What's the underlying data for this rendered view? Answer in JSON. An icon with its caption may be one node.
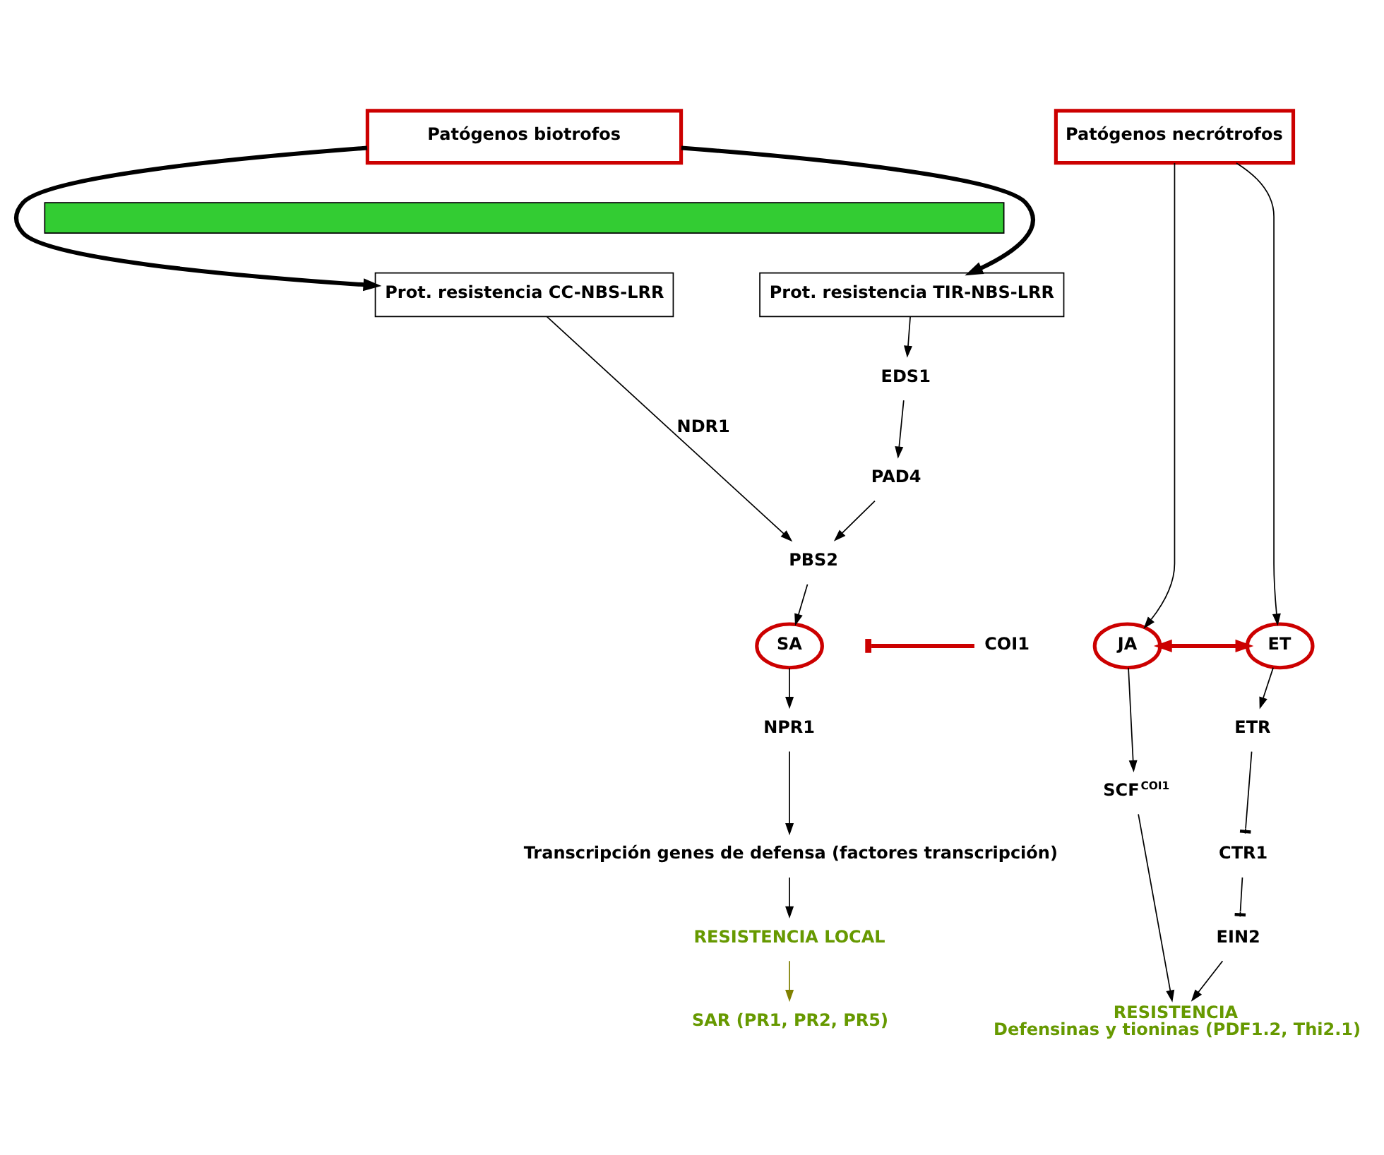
{
  "diagram": {
    "nodes": [
      {
        "text": [
          "Patógenos biotrofos"
        ]
      },
      {
        "text": [
          "Patógenos necrótrofos"
        ]
      },
      {
        "text": [],
        "shape": "bar"
      },
      {
        "text": [
          "Prot. resistencia CC-NBS-LRR"
        ]
      },
      {
        "text": [
          "Prot. resistencia TIR-NBS-LRR"
        ]
      },
      {
        "text": [
          "EDS1"
        ]
      },
      {
        "text": [
          "PAD4"
        ]
      },
      {
        "text": [
          "PBS2"
        ]
      },
      {
        "text": [
          "JA"
        ]
      },
      {
        "text": [
          "ET"
        ]
      },
      {
        "text": [
          "COI1"
        ]
      },
      {
        "text": [
          "ETR"
        ]
      },
      {
        "text": [
          "SA"
        ]
      },
      {
        "text": [
          "SCF$^{COI1}$"
        ]
      },
      {
        "text": [
          "CTR1"
        ]
      },
      {
        "text": [
          "NPR1"
        ]
      },
      {
        "text": [
          "EIN2"
        ]
      },
      {
        "text": [
          "Transcripción genes de defensa (factores transcripción)"
        ]
      },
      {
        "text": [
          "RESISTENCIA",
          "Defensinas y tioninas (PDF1.2, Thi2.1)"
        ]
      },
      {
        "text": [
          "RESISTENCIA LOCAL"
        ]
      },
      {
        "text": [
          "SAR (PR1, PR2, PR5)"
        ]
      }
    ],
    "edges": [
      {
        "from": 0,
        "to": 3,
        "arrow": "to",
        "style": "thick"
      },
      {
        "from": 0,
        "to": 4,
        "arrow": "to",
        "style": "thick"
      },
      {
        "from": 1,
        "to": 8,
        "arrow": "to"
      },
      {
        "from": 1,
        "to": 9,
        "arrow": "to"
      },
      {
        "from": 3,
        "to": 7,
        "arrow": "to",
        "label": "NDR1"
      },
      {
        "from": 4,
        "to": 5,
        "arrow": "to"
      },
      {
        "from": 5,
        "to": 6,
        "arrow": "to"
      },
      {
        "from": 6,
        "to": 7,
        "arrow": "to"
      },
      {
        "from": 7,
        "to": 12,
        "arrow": "to"
      },
      {
        "from": 10,
        "to": null,
        "arrow": "other",
        "style": "thick",
        "color": "#cc0000"
      },
      {
        "from": 8,
        "to": 9,
        "arrow": "both",
        "style": "thick",
        "color": "#cc0000"
      },
      {
        "from": 8,
        "to": 13,
        "arrow": "to"
      },
      {
        "from": 13,
        "to": 18,
        "arrow": "to"
      },
      {
        "from": 9,
        "to": 11,
        "arrow": "to"
      },
      {
        "from": 11,
        "to": 14,
        "arrow": "other"
      },
      {
        "from": 14,
        "to": 16,
        "arrow": "other"
      },
      {
        "from": 16,
        "to": 18,
        "arrow": "to"
      },
      {
        "from": 12,
        "to": 15,
        "arrow": "to"
      },
      {
        "from": 15,
        "to": 17,
        "arrow": "to"
      },
      {
        "from": 17,
        "to": 19,
        "arrow": "to"
      },
      {
        "from": 19,
        "to": 20,
        "arrow": "to",
        "color": "#808000"
      }
    ]
  }
}
